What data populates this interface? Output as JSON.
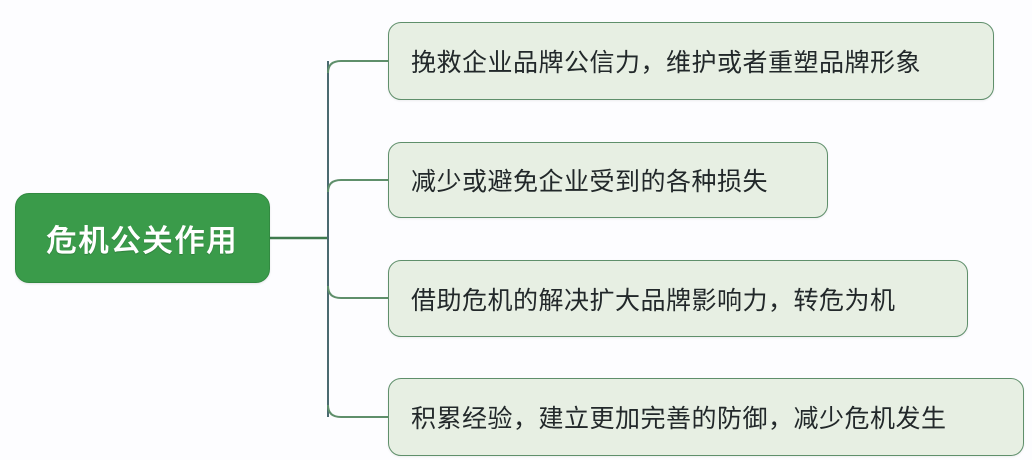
{
  "diagram": {
    "type": "mind-map",
    "title": "危机公关作用",
    "orientation": "left-to-right",
    "colors": {
      "root_fill": "#3a9b4a",
      "root_text": "#ffffff",
      "child_fill": "#e7efe3",
      "child_border": "#5f8f6b",
      "child_text": "#22282a",
      "connector": "#4a7a58",
      "background": "#fdfdff"
    },
    "root": {
      "label": "危机公关作用"
    },
    "branches": [
      {
        "label": "挽救企业品牌公信力，维护或者重塑品牌形象"
      },
      {
        "label": "减少或避免企业受到的各种损失"
      },
      {
        "label": "借助危机的解决扩大品牌影响力，转危为机"
      },
      {
        "label": "积累经验，建立更加完善的防御，减少危机发生"
      }
    ]
  }
}
